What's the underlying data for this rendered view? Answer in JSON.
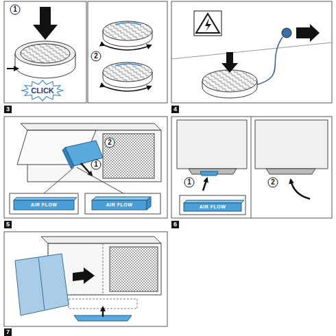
{
  "diagram": {
    "labels": [
      "1",
      "CLICK",
      "2",
      "3",
      "4",
      "2",
      "1",
      "AIR FLOW",
      "AIR FLOW",
      "5",
      "1",
      "AIR FLOW",
      "2",
      "6",
      "7"
    ]
  }
}
